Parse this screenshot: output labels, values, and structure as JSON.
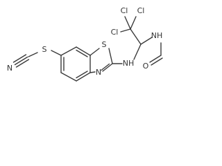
{
  "atoms": {
    "thio_s": "S",
    "nitrile_n": "N",
    "ring_s": "S",
    "ring_n": "N",
    "amine_nh1": "NH",
    "amine_nh2": "NH",
    "carbonyl_o": "O",
    "cl_top_left": "Cl",
    "cl_top_right": "Cl",
    "cl_bottom": "Cl"
  },
  "colors": {
    "bond": "#3a3a3a",
    "text": "#333333",
    "background": "#ffffff"
  }
}
